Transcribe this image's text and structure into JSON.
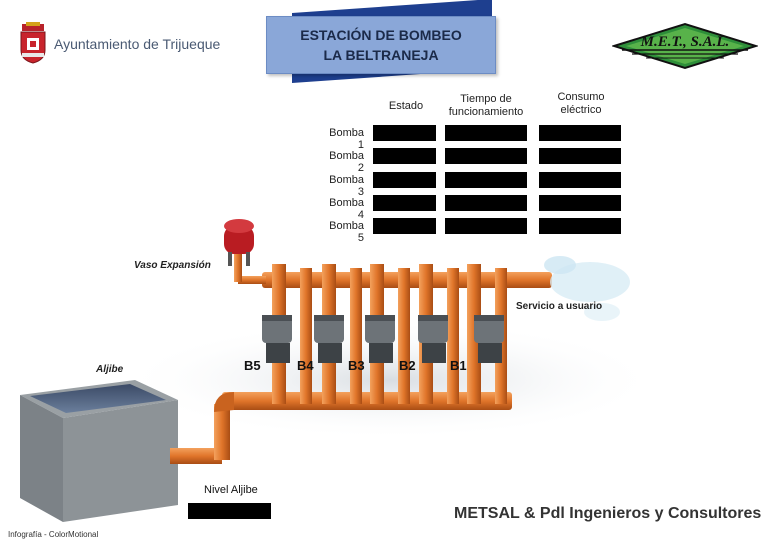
{
  "header": {
    "municipality": "Ayuntamiento de Trijueque",
    "title_line1": "ESTACIÓN DE BOMBEO",
    "title_line2": "LA BELTRANEJA",
    "company_logo": "M.E.T., S.A.L."
  },
  "table": {
    "columns": [
      "Estado",
      "Tiempo de funcionamiento",
      "Consumo eléctrico"
    ],
    "rows": [
      {
        "label": "Bomba 1"
      },
      {
        "label": "Bomba 2"
      },
      {
        "label": "Bomba 3"
      },
      {
        "label": "Bomba 4"
      },
      {
        "label": "Bomba 5"
      }
    ]
  },
  "diagram": {
    "expansion_vessel": "Vaso Expansión",
    "service": "Servicio a usuario",
    "cistern": "Aljibe",
    "pumps": [
      "B5",
      "B4",
      "B3",
      "B2",
      "B1"
    ]
  },
  "footer": {
    "cistern_level_label": "Nivel Aljibe",
    "company": "METSAL & Pdl Ingenieros y Consultores",
    "credit": "Infografía - ColorMotional"
  },
  "colors": {
    "title_bg": "#8aa7d8",
    "title_back": "#1e3f8f",
    "pipe": "#e07a2e",
    "logo_green": "#2d8f2d"
  }
}
